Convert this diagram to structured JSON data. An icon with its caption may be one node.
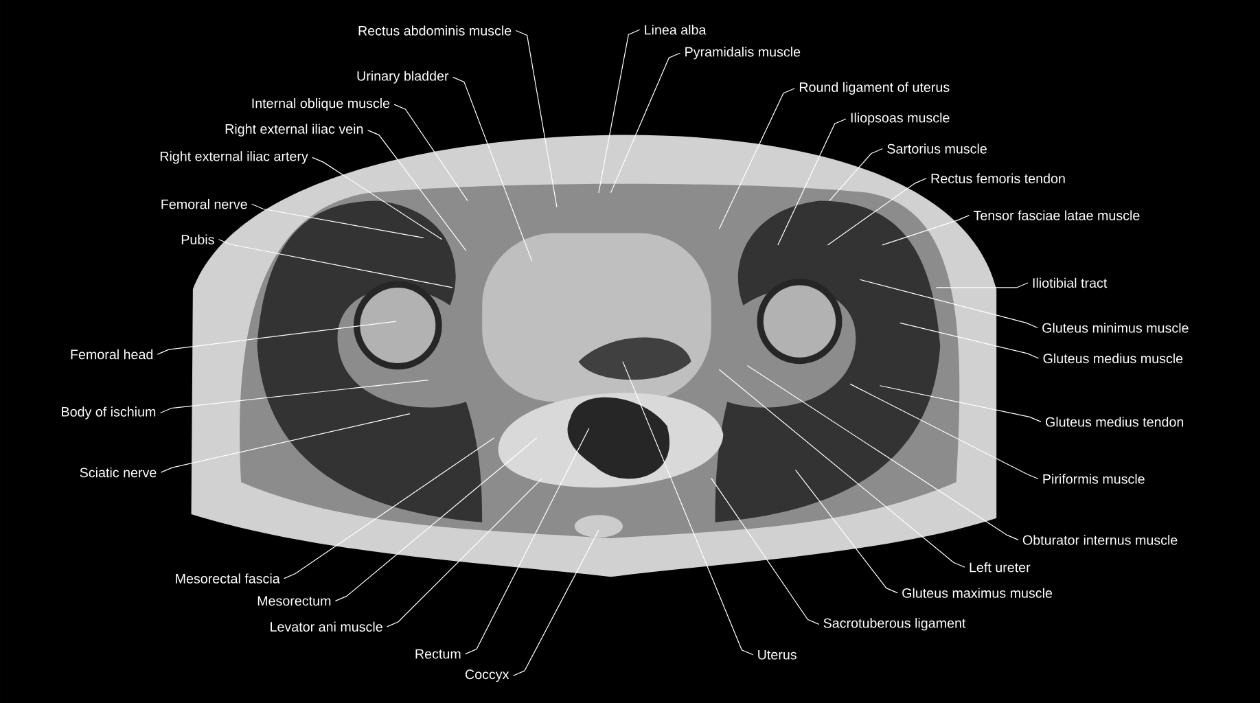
{
  "diagram": {
    "nodes": [
      {
        "text": [
          "Rectus abdominis muscle"
        ]
      },
      {
        "text": [
          "Linea alba"
        ]
      },
      {
        "text": [
          "Pyramidalis muscle"
        ]
      },
      {
        "text": [
          "Urinary bladder"
        ]
      },
      {
        "text": [
          "Round ligament of uterus"
        ]
      },
      {
        "text": [
          "Internal oblique muscle"
        ]
      },
      {
        "text": [
          "Iliopsoas muscle"
        ]
      },
      {
        "text": [
          "Right external iliac vein"
        ]
      },
      {
        "text": [
          "Sartorius muscle"
        ]
      },
      {
        "text": [
          "Right external iliac artery"
        ]
      },
      {
        "text": [
          "Rectus femoris tendon"
        ]
      },
      {
        "text": [
          "Femoral nerve"
        ]
      },
      {
        "text": [
          "Tensor fasciae latae muscle"
        ]
      },
      {
        "text": [
          "Pubis"
        ]
      },
      {
        "text": [
          "Iliotibial tract"
        ]
      },
      {
        "text": [
          "Gluteus minimus muscle"
        ]
      },
      {
        "text": [
          "Femoral head"
        ]
      },
      {
        "text": [
          "Gluteus medius muscle"
        ]
      },
      {
        "text": [
          "Body of ischium"
        ]
      },
      {
        "text": [
          "Gluteus medius tendon"
        ]
      },
      {
        "text": [
          "Sciatic nerve"
        ]
      },
      {
        "text": [
          "Piriformis muscle"
        ]
      },
      {
        "text": [
          "Obturator internus muscle"
        ]
      },
      {
        "text": [
          "Left ureter"
        ]
      },
      {
        "text": [
          "Mesorectal fascia"
        ]
      },
      {
        "text": [
          "Gluteus maximus muscle"
        ]
      },
      {
        "text": [
          "Mesorectum"
        ]
      },
      {
        "text": [
          "Levator ani muscle"
        ]
      },
      {
        "text": [
          "Sacrotuberous ligament"
        ]
      },
      {
        "text": [
          "Rectum"
        ]
      },
      {
        "text": [
          "Uterus"
        ]
      },
      {
        "text": [
          "Coccyx"
        ]
      }
    ],
    "edges": [
      {
        "from": 0,
        "to": null,
        "arrow": "none"
      },
      {
        "from": 1,
        "to": null,
        "arrow": "none"
      },
      {
        "from": 2,
        "to": null,
        "arrow": "none"
      },
      {
        "from": 3,
        "to": null,
        "arrow": "none"
      },
      {
        "from": 4,
        "to": null,
        "arrow": "none"
      },
      {
        "from": 5,
        "to": null,
        "arrow": "none"
      },
      {
        "from": 6,
        "to": null,
        "arrow": "none"
      },
      {
        "from": 7,
        "to": null,
        "arrow": "none"
      },
      {
        "from": 8,
        "to": null,
        "arrow": "none"
      },
      {
        "from": 9,
        "to": null,
        "arrow": "none"
      },
      {
        "from": 10,
        "to": null,
        "arrow": "none"
      },
      {
        "from": 11,
        "to": null,
        "arrow": "none"
      },
      {
        "from": 12,
        "to": null,
        "arrow": "none"
      },
      {
        "from": 13,
        "to": null,
        "arrow": "none"
      },
      {
        "from": 14,
        "to": null,
        "arrow": "none"
      },
      {
        "from": 15,
        "to": null,
        "arrow": "none"
      },
      {
        "from": 16,
        "to": null,
        "arrow": "none"
      },
      {
        "from": 17,
        "to": null,
        "arrow": "none"
      },
      {
        "from": 18,
        "to": null,
        "arrow": "none"
      },
      {
        "from": 19,
        "to": null,
        "arrow": "none"
      },
      {
        "from": 20,
        "to": null,
        "arrow": "none"
      },
      {
        "from": 21,
        "to": null,
        "arrow": "none"
      },
      {
        "from": 22,
        "to": null,
        "arrow": "none"
      },
      {
        "from": 23,
        "to": null,
        "arrow": "none"
      },
      {
        "from": 24,
        "to": null,
        "arrow": "none"
      },
      {
        "from": 25,
        "to": null,
        "arrow": "none"
      },
      {
        "from": 26,
        "to": null,
        "arrow": "none"
      },
      {
        "from": 27,
        "to": null,
        "arrow": "none"
      },
      {
        "from": 28,
        "to": null,
        "arrow": "none"
      },
      {
        "from": 29,
        "to": null,
        "arrow": "none"
      },
      {
        "from": 30,
        "to": null,
        "arrow": "none"
      },
      {
        "from": 31,
        "to": null,
        "arrow": "none"
      }
    ]
  }
}
